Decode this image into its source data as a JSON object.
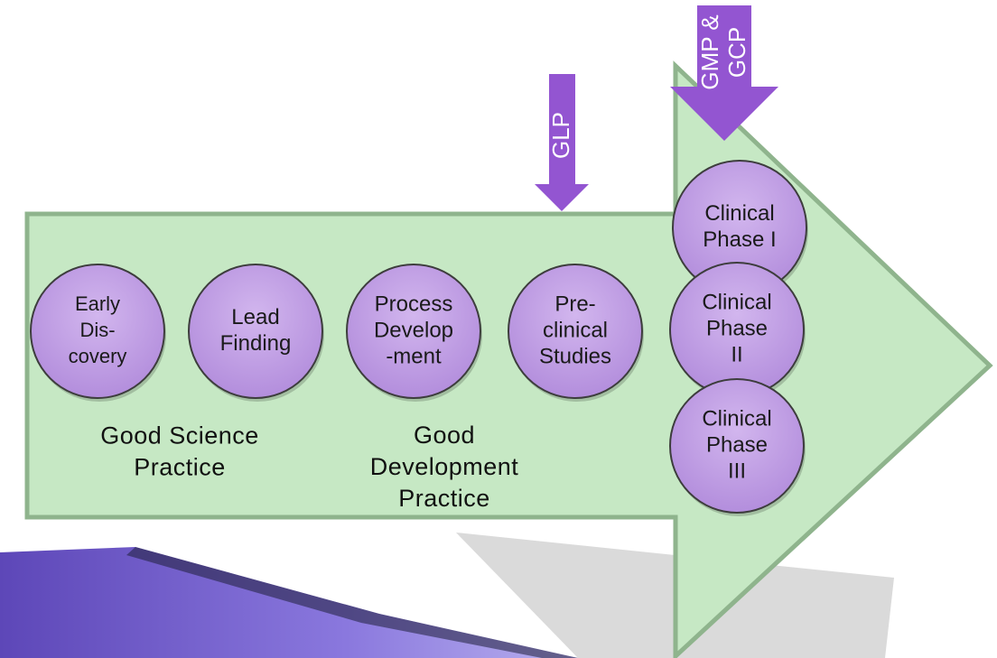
{
  "colors": {
    "arrow_fill": "#c6e8c4",
    "arrow_stroke": "#8fb48d",
    "circle_fill": "#c7a6e6",
    "circle_stroke": "#3d3d3d",
    "marker_fill": "#9355d1",
    "corner_band": "#6f55c6"
  },
  "stages": [
    {
      "id": "early-discovery",
      "lines": [
        "Early",
        "Dis-",
        "covery"
      ]
    },
    {
      "id": "lead-finding",
      "lines": [
        "Lead",
        "Finding"
      ]
    },
    {
      "id": "process-development",
      "lines": [
        "Process",
        "Develop",
        "-ment"
      ]
    },
    {
      "id": "preclinical-studies",
      "lines": [
        "Pre-",
        "clinical",
        "Studies"
      ]
    },
    {
      "id": "clinical-phase-1",
      "lines": [
        "Clinical",
        "Phase I"
      ]
    },
    {
      "id": "clinical-phase-2",
      "lines": [
        "Clinical",
        "Phase",
        "II"
      ]
    },
    {
      "id": "clinical-phase-3",
      "lines": [
        "Clinical",
        "Phase",
        "III"
      ]
    }
  ],
  "captions": [
    {
      "id": "good-science-practice",
      "lines": [
        "Good Science",
        "Practice"
      ]
    },
    {
      "id": "good-development-practice",
      "lines": [
        "Good",
        "Development",
        "Practice"
      ]
    }
  ],
  "markers": [
    {
      "id": "glp",
      "lines": [
        "GLP"
      ]
    },
    {
      "id": "gmp-gcp",
      "lines": [
        "GMP &",
        "GCP"
      ]
    }
  ]
}
